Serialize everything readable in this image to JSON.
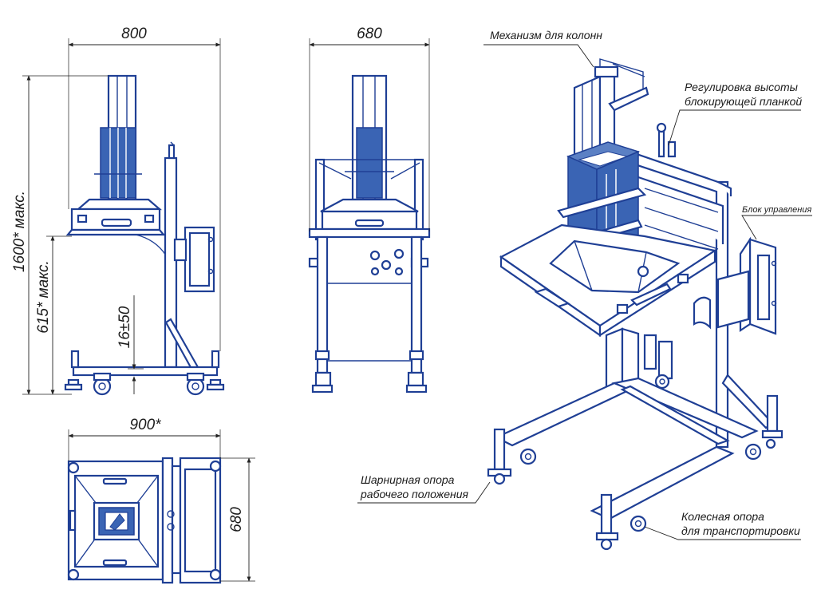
{
  "dimensions": {
    "front_width": "800",
    "side_width": "680",
    "top_width": "900*",
    "top_depth": "680",
    "max_height": "1600* макс.",
    "table_height": "615* макс.",
    "adjust": "16±50"
  },
  "callouts": {
    "column_mechanism": "Механизм для колонн",
    "height_adjust_line1": "Регулировка высоты",
    "height_adjust_line2": "блокирующей планкой",
    "control_block": "Блок управления",
    "hinge_support_line1": "Шарнирная опора",
    "hinge_support_line2": "рабочего положения",
    "wheel_support_line1": "Колесная опора",
    "wheel_support_line2": "для транспортировки"
  },
  "colors": {
    "line": "#1f3f95",
    "fill": "#3a64b4",
    "dimension": "#222222"
  }
}
